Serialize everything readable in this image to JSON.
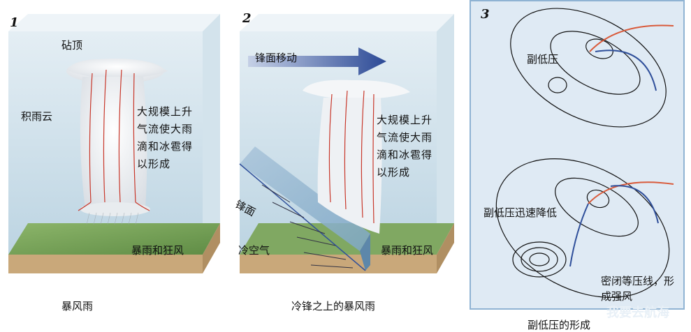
{
  "panel1": {
    "number": "1",
    "anvil_label": "砧顶",
    "cloud_label": "积雨云",
    "desc": "大规模上升气流使大雨滴和冰雹得以形成",
    "ground_label": "暴雨和狂风",
    "caption": "暴风雨"
  },
  "panel2": {
    "number": "2",
    "front_move_label": "锋面移动",
    "front_label": "锋面",
    "desc": "大规模上升气流使大雨滴和冰雹得以形成",
    "cold_air_label": "冷空气",
    "ground_label": "暴雨和狂风",
    "caption": "冷锋之上的暴风雨"
  },
  "panel3": {
    "number": "3",
    "top_label": "副低压",
    "bottom_label": "副低压迅速降低",
    "isobar_label": "密闭等压线，形成强风",
    "caption": "副低压的形成",
    "watermark": "我要去航海"
  },
  "colors": {
    "sky": "#c9dde8",
    "ground_green": "#7aa35a",
    "ground_side": "#c9a87a",
    "front_arrow": "#2c4a96",
    "warm_front": "#d95a3a",
    "cold_front": "#2f4f9a"
  }
}
